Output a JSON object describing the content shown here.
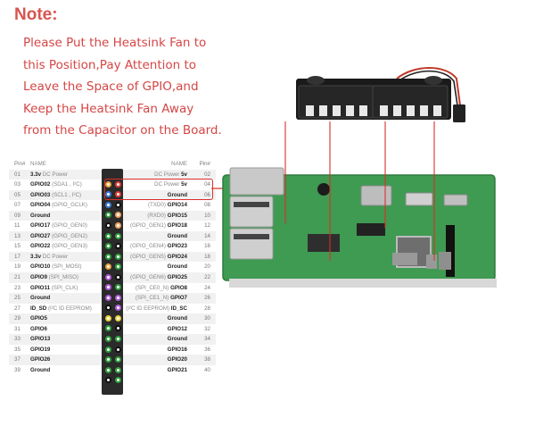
{
  "note": {
    "title": "Note:",
    "lines": [
      "Please Put the Heatsink Fan to",
      "this Position,Pay Attention to",
      "Leave the Space of GPIO,and",
      "Keep the Heatsink Fan Away",
      "from the Capacitor on the Board."
    ]
  },
  "table": {
    "header": {
      "pin_left": "Pin#",
      "name_left": "NAME",
      "name_right": "NAME",
      "pin_right": "Pin#"
    },
    "rows": [
      {
        "pl": "01",
        "nl": "3.3v",
        "nls": "DC Power",
        "nr": "5v",
        "nrs": "DC Power",
        "pr": "02"
      },
      {
        "pl": "03",
        "nl": "GPIO02",
        "nls": "(SDA1 , I²C)",
        "nr": "5v",
        "nrs": "DC Power",
        "pr": "04"
      },
      {
        "pl": "05",
        "nl": "GPIO03",
        "nls": "(SCL1 , I²C)",
        "nr": "Ground",
        "nrs": "",
        "pr": "06"
      },
      {
        "pl": "07",
        "nl": "GPIO04",
        "nls": "(GPIO_GCLK)",
        "nr": "GPIO14",
        "nrs": "(TXD0)",
        "pr": "08"
      },
      {
        "pl": "09",
        "nl": "Ground",
        "nls": "",
        "nr": "GPIO15",
        "nrs": "(RXD0)",
        "pr": "10"
      },
      {
        "pl": "11",
        "nl": "GPIO17",
        "nls": "(GPIO_GEN0)",
        "nr": "GPIO18",
        "nrs": "(GPIO_GEN1)",
        "pr": "12"
      },
      {
        "pl": "13",
        "nl": "GPIO27",
        "nls": "(GPIO_GEN2)",
        "nr": "Ground",
        "nrs": "",
        "pr": "14"
      },
      {
        "pl": "15",
        "nl": "GPIO22",
        "nls": "(GPIO_GEN3)",
        "nr": "GPIO23",
        "nrs": "(GPIO_GEN4)",
        "pr": "16"
      },
      {
        "pl": "17",
        "nl": "3.3v",
        "nls": "DC Power",
        "nr": "GPIO24",
        "nrs": "(GPIO_GEN5)",
        "pr": "18"
      },
      {
        "pl": "19",
        "nl": "GPIO10",
        "nls": "(SPI_MOSI)",
        "nr": "Ground",
        "nrs": "",
        "pr": "20"
      },
      {
        "pl": "21",
        "nl": "GPIO9",
        "nls": "(SPI_MISO)",
        "nr": "GPIO25",
        "nrs": "(GPIO_GEN6)",
        "pr": "22"
      },
      {
        "pl": "23",
        "nl": "GPIO11",
        "nls": "(SPI_CLK)",
        "nr": "GPIO8",
        "nrs": "(SPI_CE0_N)",
        "pr": "24"
      },
      {
        "pl": "25",
        "nl": "Ground",
        "nls": "",
        "nr": "GPIO7",
        "nrs": "(SPI_CE1_N)",
        "pr": "26"
      },
      {
        "pl": "27",
        "nl": "ID_SD",
        "nls": "(I²C ID EEPROM)",
        "nr": "ID_SC",
        "nrs": "(I²C ID EEPROM)",
        "pr": "28"
      },
      {
        "pl": "29",
        "nl": "GPIO5",
        "nls": "",
        "nr": "Ground",
        "nrs": "",
        "pr": "30"
      },
      {
        "pl": "31",
        "nl": "GPIO6",
        "nls": "",
        "nr": "GPIO12",
        "nrs": "",
        "pr": "32"
      },
      {
        "pl": "33",
        "nl": "GPIO13",
        "nls": "",
        "nr": "Ground",
        "nrs": "",
        "pr": "34"
      },
      {
        "pl": "35",
        "nl": "GPIO19",
        "nls": "",
        "nr": "GPIO16",
        "nrs": "",
        "pr": "36"
      },
      {
        "pl": "37",
        "nl": "GPIO26",
        "nls": "",
        "nr": "GPIO20",
        "nrs": "",
        "pr": "38"
      },
      {
        "pl": "39",
        "nl": "Ground",
        "nls": "",
        "nr": "GPIO21",
        "nrs": "",
        "pr": "40"
      }
    ]
  },
  "pin_colors": {
    "power_3v3": "#e8a23a",
    "power_5v": "#e53935",
    "ground": "#111111",
    "gpio": "#2e9e3c",
    "i2c": "#3a7bd5",
    "uart": "#f4a261",
    "spi": "#b05ad6",
    "eeprom": "#e8d23a"
  },
  "board": {
    "pcb_color": "#3f9a52",
    "fan_color": "#1a1a1a",
    "wire_color": "#c0392b"
  }
}
